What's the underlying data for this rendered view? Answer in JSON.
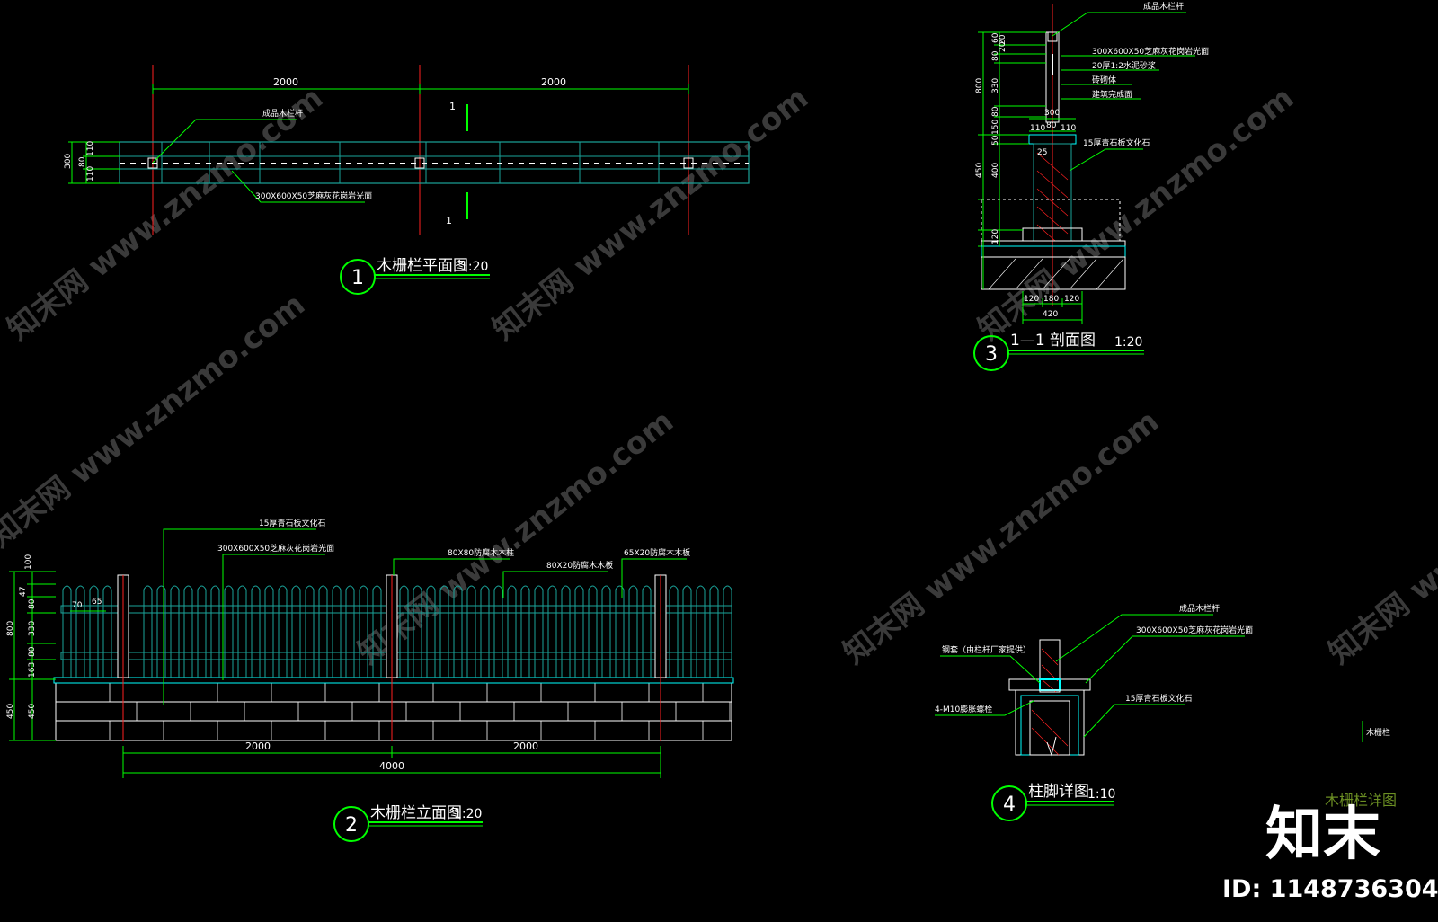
{
  "drawing_title": "木栅栏详图",
  "side_label": "木栅栏",
  "brand": {
    "logo_text": "知末",
    "id_text": "ID: 1148736304"
  },
  "watermark": "知末网 www.znzmo.com",
  "colors": {
    "bg": "#000000",
    "green": "#00ff00",
    "cyan": "#00ffff",
    "red": "#ff2020",
    "teal": "#1aa39a",
    "white": "#ffffff",
    "olive": "#6b8e23"
  },
  "plan": {
    "badge": "1",
    "title": "木栅栏平面图",
    "scale": "1:20",
    "dims": {
      "span_left": "2000",
      "span_right": "2000",
      "left_total": "300",
      "left_a": "110",
      "left_b": "80",
      "left_c": "110"
    },
    "labels": {
      "post": "成品木栏杆",
      "stone": "300X600X50芝麻灰花岗岩光面"
    },
    "section_mark": "1"
  },
  "elevation": {
    "badge": "2",
    "title": "木栅栏立面图",
    "scale": "1:20",
    "labels": {
      "culture_stone": "15厚青石板文化石",
      "granite": "300X600X50芝麻灰花岗岩光面",
      "post": "80X80防腐木木柱",
      "rail": "80X20防腐木木板",
      "picket": "65X20防腐木木板"
    },
    "dims": {
      "d100": "100",
      "d47": "47",
      "d80a": "80",
      "d330": "330",
      "d80b": "80",
      "d163": "163",
      "d800": "800",
      "d450a": "450",
      "d450b": "450",
      "d70": "70",
      "d65": "65",
      "span_left": "2000",
      "span_right": "2000",
      "total": "4000"
    }
  },
  "section": {
    "badge": "3",
    "title": "1—1 剖面图",
    "scale": "1:20",
    "labels": {
      "post": "成品木栏杆",
      "granite": "300X600X50芝麻灰花岗岩光面",
      "mortar": "20厚1:2水泥砂浆",
      "brick": "砖砌体",
      "finish": "建筑完成面",
      "culture_stone": "15厚青石板文化石"
    },
    "dims": {
      "d60": "60",
      "d20": "20",
      "d80a": "80",
      "d20b": "20",
      "d330": "330",
      "d80b": "80",
      "d150": "150",
      "d50": "50",
      "d400": "400",
      "d800": "800",
      "d450": "450",
      "d120v": "120",
      "d300": "300",
      "d110a": "110",
      "d80": "80",
      "d110b": "110",
      "d25": "25",
      "d120a": "120",
      "d180": "180",
      "d120b": "120",
      "d420": "420"
    }
  },
  "detail": {
    "badge": "4",
    "title": "柱脚详图",
    "scale": "1:10",
    "labels": {
      "post": "成品木栏杆",
      "granite": "300X600X50芝麻灰花岗岩光面",
      "sleeve": "钢套（由栏杆厂家提供）",
      "bolt": "4-M10膨胀螺栓",
      "culture_stone": "15厚青石板文化石"
    }
  }
}
